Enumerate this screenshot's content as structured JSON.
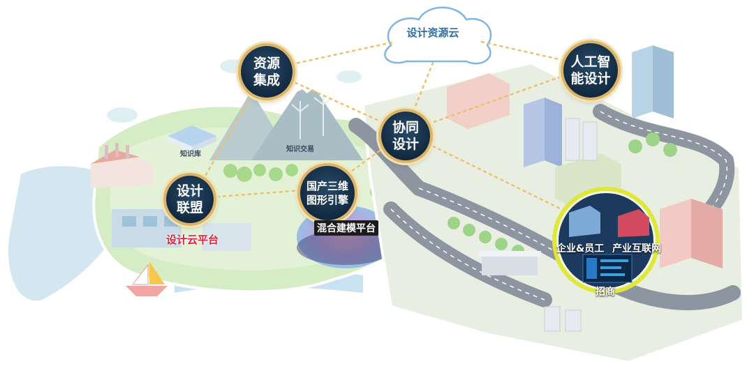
{
  "cloud": {
    "label": "设计资源云"
  },
  "nodes": {
    "resource_integration": "资源\n集成",
    "ai_design": "人工智\n能设计",
    "collaborative_design": "协同\n设计",
    "design_alliance": "设计\n联盟",
    "graphics_engine": "国产三维\n图形引擎"
  },
  "labels": {
    "design_cloud_platform": "设计云平台",
    "hybrid_modeling_platform": "混合建模平台",
    "knowledge_trade": "知识交易",
    "knowledge_base": "知识库"
  },
  "industry_panel": {
    "enterprise_staff": "企业&员工",
    "industrial_internet": "产业互联网",
    "investment": "招商"
  },
  "colors": {
    "gold_ring": "#d9b46a",
    "node_fill": "#122a40",
    "road": "#8d96a0",
    "grass": "#bfe3a0",
    "water": "#cfe4ee",
    "red_label": "#d9233c"
  }
}
